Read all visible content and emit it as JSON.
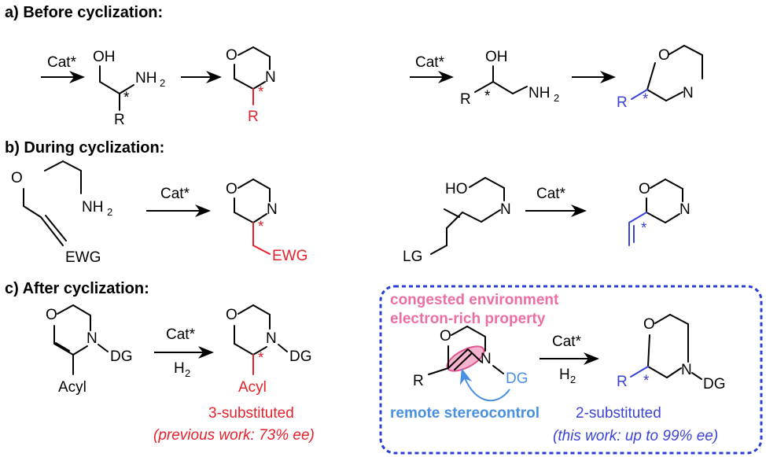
{
  "sections": {
    "a_title": "a) Before cyclization:",
    "b_title": "b) During cyclization:",
    "c_title": "c) After cyclization:"
  },
  "labels": {
    "cat": "Cat*",
    "h2": "H",
    "h2_sub": "2",
    "oh": "OH",
    "ho": "HO",
    "nh": "NH",
    "nh_sub": "2",
    "n": "N",
    "o": "O",
    "r": "R",
    "star": "*",
    "ewg": "EWG",
    "lg": "LG",
    "dg": "DG",
    "acyl": "Acyl"
  },
  "captions": {
    "three_sub": "3-substituted",
    "prev_work": "(previous work: 73% ee)",
    "two_sub": "2-substituted",
    "this_work": "(this work: up to 99% ee)",
    "congested": "congested environment",
    "electron_rich": "electron-rich property",
    "remote": "remote stereocontrol"
  },
  "colors": {
    "red": "#e8202a",
    "blue": "#3b43d6",
    "pink": "#ec6fa4",
    "light_blue": "#4a90e2",
    "box_border": "#2b3fd6"
  }
}
